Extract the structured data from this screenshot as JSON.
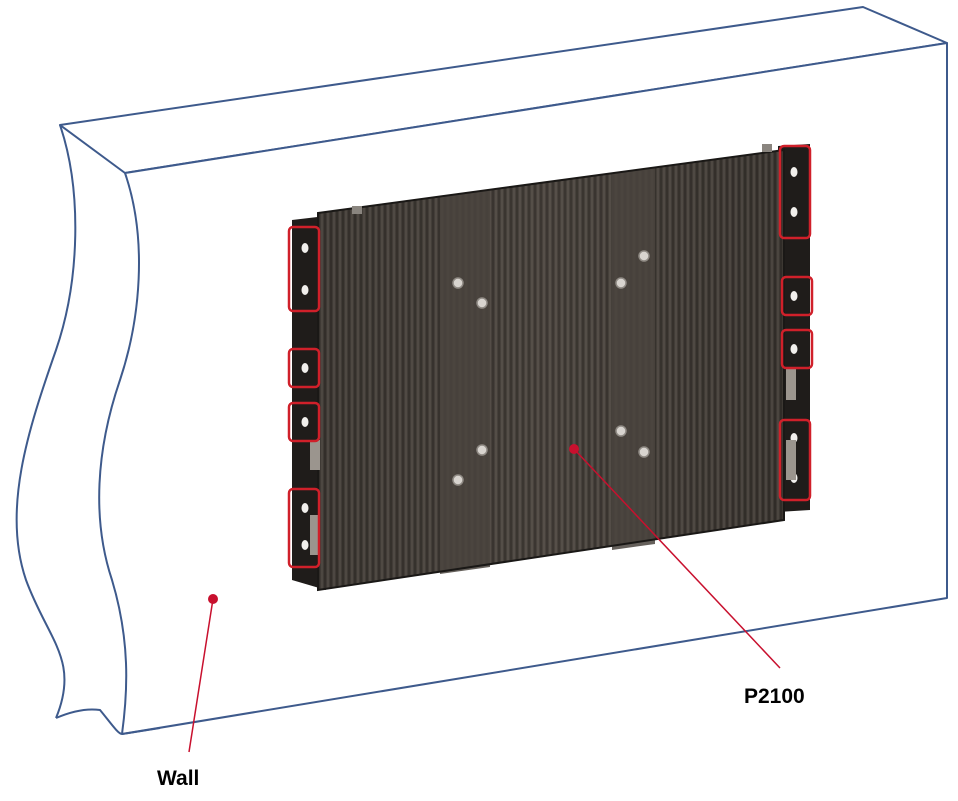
{
  "labels": {
    "device": "P2100",
    "wall": "Wall"
  },
  "colors": {
    "wall_outline": "#3e5a8c",
    "callout": "#c8102e",
    "bracket_highlight": "#d0202a",
    "heatsink_dark": "#2d2a27",
    "heatsink_light": "#5a544d"
  },
  "icons": {
    "device": "fanless-heatsink-chassis",
    "mount": "wall-mount-bracket"
  }
}
